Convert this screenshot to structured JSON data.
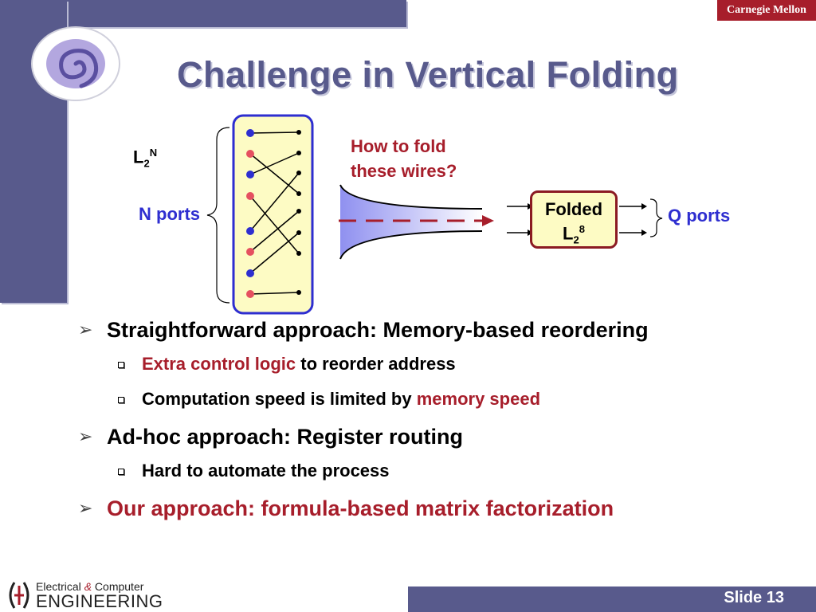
{
  "header": {
    "title": "Challenge in Vertical Folding",
    "brand": "Carnegie Mellon"
  },
  "diagram": {
    "matrix_label_base": "L",
    "matrix_label_sub": "2",
    "matrix_label_sup": "N",
    "n_ports": "N ports",
    "question_line1": "How to fold",
    "question_line2": "these wires?",
    "folded_line1": "Folded",
    "folded_base": "L",
    "folded_sub": "2",
    "folded_sup": "8",
    "q_ports": "Q ports"
  },
  "bullets": [
    {
      "text": "Straightforward approach: Memory-based reordering",
      "subs": [
        {
          "red": "Extra control logic",
          "text": " to reorder address"
        },
        {
          "text": "Computation speed is limited by ",
          "red": "memory speed"
        }
      ]
    },
    {
      "text": "Ad-hoc approach: Register routing",
      "subs": [
        {
          "text": "Hard to automate the process"
        }
      ]
    },
    {
      "text": "Our approach: formula-based matrix factorization"
    }
  ],
  "footer": {
    "ece_line1": "Electrical",
    "ece_amp": "&",
    "ece_line1b": "Computer",
    "ece_line2": "ENGINEERING",
    "slide": "Slide 13"
  },
  "colors": {
    "band": "#585a8c",
    "accent_red": "#a71e2b",
    "port_blue": "#2e2ed0"
  }
}
